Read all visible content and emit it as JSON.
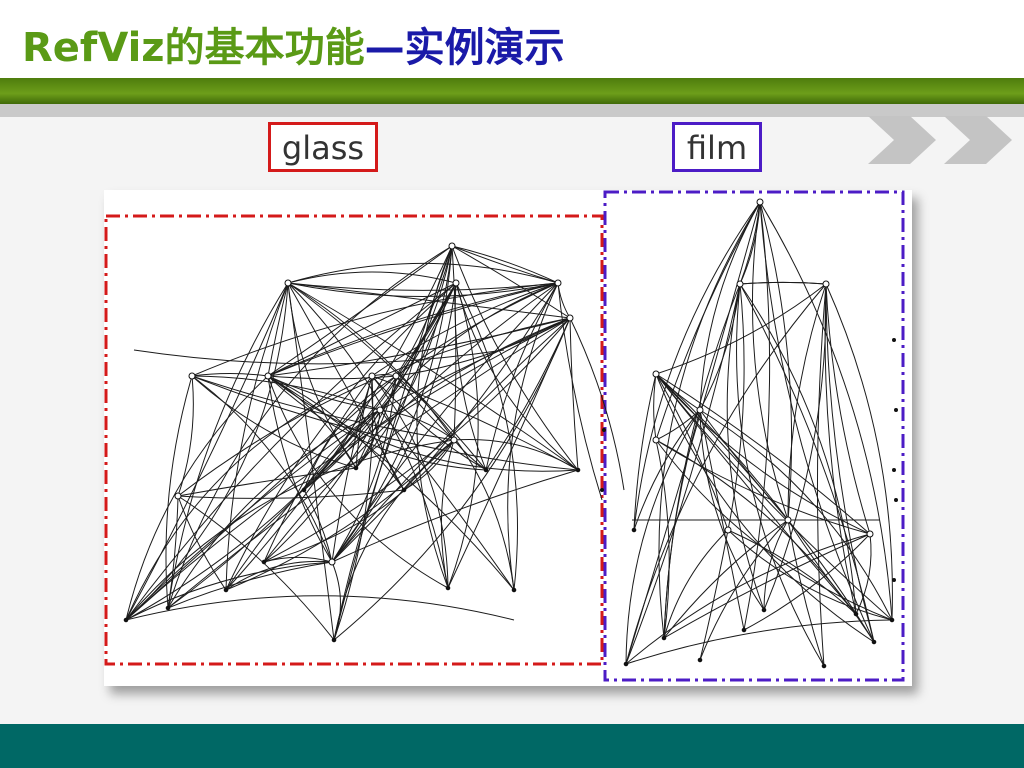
{
  "title": {
    "part1": "RefViz的基本功能",
    "part2": "—实例演示"
  },
  "labels": {
    "glass": "glass",
    "film": "film"
  },
  "colors": {
    "title_green": "#5a9a16",
    "title_blue": "#1a1aa8",
    "glass_border": "#d41a1a",
    "film_border": "#4c1cc6",
    "band_green": "#5a8a12",
    "footer_teal": "#006865",
    "chevron_grey": "#c4c4c4"
  },
  "icons": {
    "chevron_1": "double-chevron-right-icon",
    "chevron_2": "double-chevron-right-icon"
  }
}
